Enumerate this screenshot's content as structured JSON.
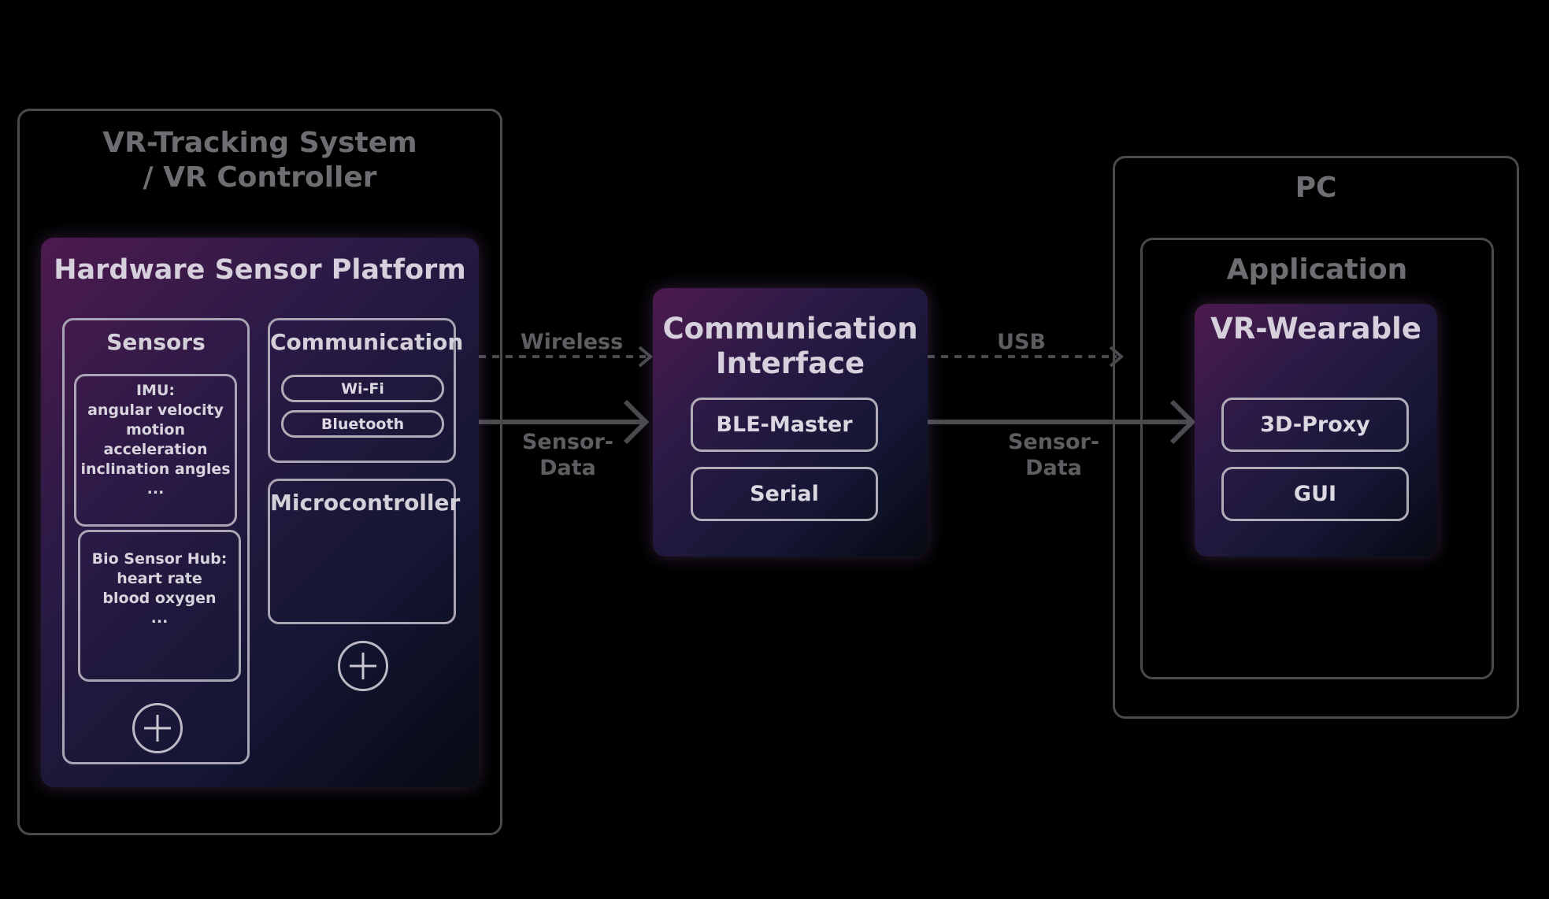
{
  "vr_system": {
    "title_line1": "VR-Tracking System",
    "title_line2": "/ VR Controller"
  },
  "hardware_platform": {
    "title": "Hardware Sensor Platform",
    "sensors": {
      "title": "Sensors",
      "imu": [
        "IMU:",
        "angular velocity",
        "motion",
        "acceleration",
        "inclination angles",
        "..."
      ],
      "bio": [
        "Bio Sensor Hub:",
        "heart rate",
        "blood oxygen",
        "..."
      ]
    },
    "communication": {
      "title": "Communication",
      "items": [
        "Wi-Fi",
        "Bluetooth"
      ]
    },
    "microcontroller": {
      "title": "Microcontroller"
    }
  },
  "links": {
    "wireless": "Wireless",
    "sensor_data_line1": "Sensor-",
    "sensor_data_line2": "Data",
    "usb": "USB"
  },
  "comm_interface": {
    "title_line1": "Communication",
    "title_line2": "Interface",
    "items": [
      "BLE-Master",
      "Serial"
    ]
  },
  "pc": {
    "title": "PC",
    "application": {
      "title": "Application",
      "wearable": {
        "title": "VR-Wearable",
        "items": [
          "3D-Proxy",
          "GUI"
        ]
      }
    }
  },
  "colors": {
    "background": "#000000",
    "outer_border": "#4a4a4e",
    "panel_gradient_start": "#4d1a4e",
    "panel_gradient_end": "#070912",
    "connector": "#4a4a4e"
  }
}
